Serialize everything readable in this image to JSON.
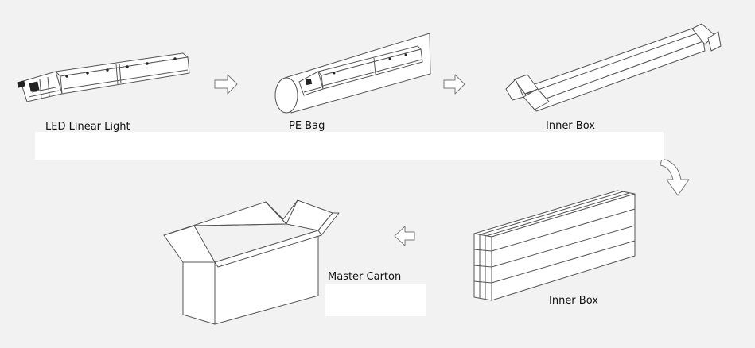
{
  "steps": [
    {
      "id": "led",
      "label": "LED Linear Light"
    },
    {
      "id": "pe",
      "label": "PE Bag"
    },
    {
      "id": "inner1",
      "label": "Inner Box"
    },
    {
      "id": "inner2",
      "label": "Inner Box"
    },
    {
      "id": "master",
      "label": "Master Carton"
    }
  ]
}
